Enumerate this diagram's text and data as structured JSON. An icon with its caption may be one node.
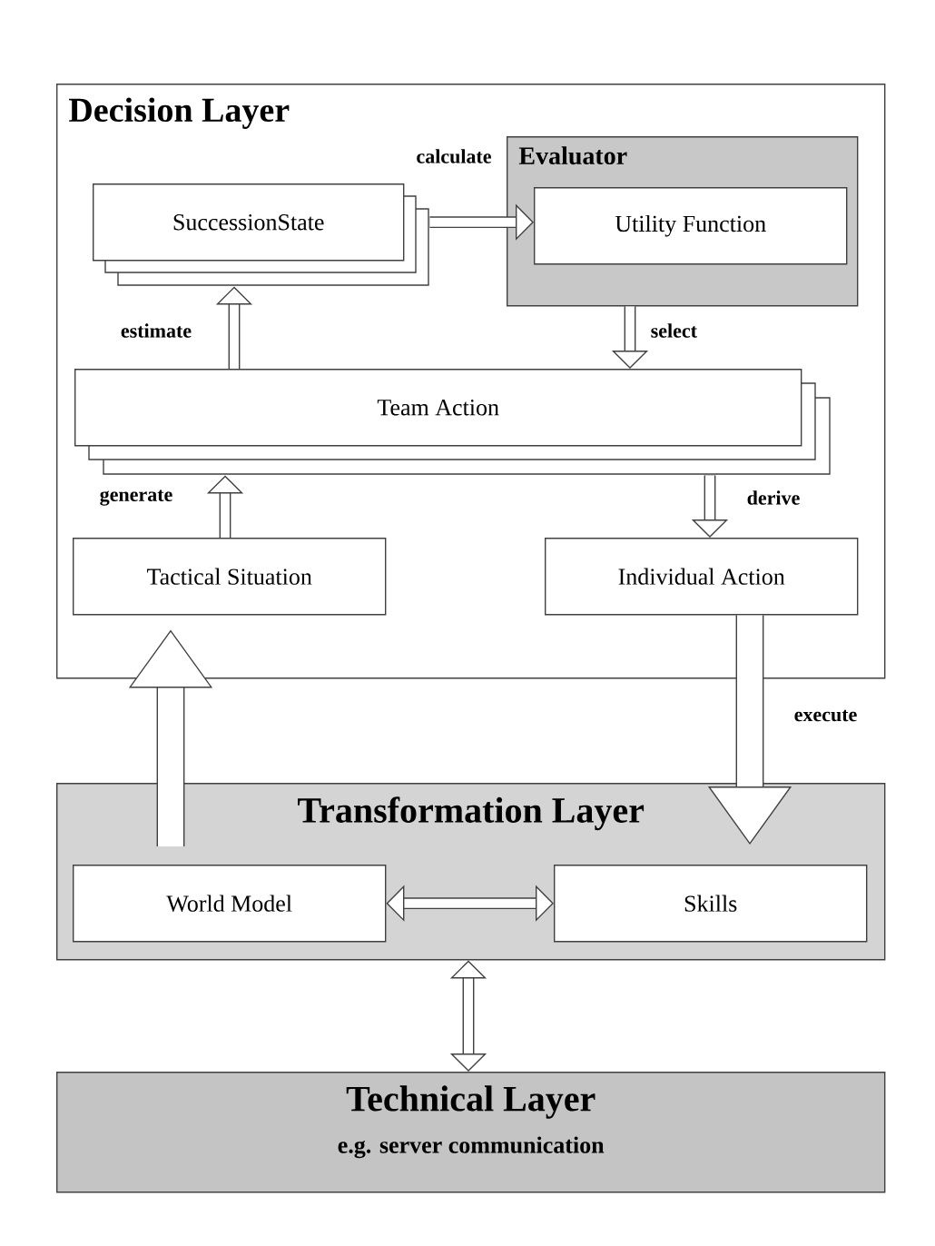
{
  "diagram": {
    "nodes": [
      {
        "text": [
          "Decision Layer"
        ]
      },
      {
        "text": [
          "Evaluator"
        ],
        "in": 0
      },
      {
        "text": [
          "SuccessionState"
        ],
        "in": 0
      },
      {
        "text": [
          "Utility Function"
        ],
        "in": 1
      },
      {
        "text": [
          "Team Action"
        ],
        "in": 0
      },
      {
        "text": [
          "Tactical Situation"
        ],
        "in": 0
      },
      {
        "text": [
          "Individual Action"
        ],
        "in": 0
      },
      {
        "text": [
          "Transformation Layer"
        ]
      },
      {
        "text": [
          "World Model"
        ],
        "in": 7
      },
      {
        "text": [
          "Skills"
        ],
        "in": 7
      },
      {
        "text": [
          "Technical Layer",
          "e.g. server communication"
        ]
      }
    ],
    "edges": [
      {
        "from": 2,
        "to": 3,
        "arrow": "to",
        "label": "calculate"
      },
      {
        "from": 1,
        "to": 4,
        "arrow": "to",
        "label": "select"
      },
      {
        "from": 4,
        "to": 2,
        "arrow": "to",
        "label": "estimate"
      },
      {
        "from": 5,
        "to": 4,
        "arrow": "to",
        "label": "generate"
      },
      {
        "from": 4,
        "to": 6,
        "arrow": "to",
        "label": "derive"
      },
      {
        "from": 6,
        "to": 9,
        "arrow": "to",
        "label": "execute",
        "style": "thick"
      },
      {
        "from": 8,
        "to": 5,
        "arrow": "to",
        "style": "thick"
      },
      {
        "from": 8,
        "to": 9,
        "arrow": "both"
      },
      {
        "from": 7,
        "to": 10,
        "arrow": "both"
      }
    ]
  }
}
